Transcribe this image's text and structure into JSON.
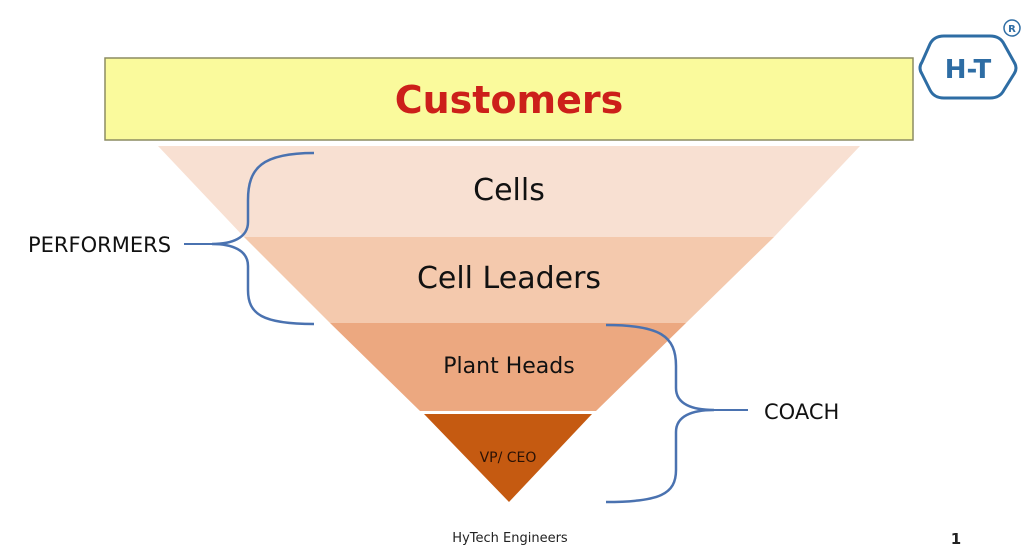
{
  "top_band": {
    "label": "Customers"
  },
  "levels": [
    {
      "label": "Cells",
      "color": "#f8e0d2"
    },
    {
      "label": "Cell Leaders",
      "color": "#f4c9ad"
    },
    {
      "label": "Plant Heads",
      "color": "#eca880"
    },
    {
      "label": "VP/ CEO",
      "color": "#c55a11"
    }
  ],
  "groups": {
    "left": {
      "label": "PERFORMERS"
    },
    "right": {
      "label": "COACH"
    }
  },
  "logo": {
    "text": "H-T",
    "mark": "R"
  },
  "footer": {
    "company": "HyTech Engineers",
    "page_number": "1"
  },
  "colors": {
    "band_fill": "#fafa9c",
    "band_border": "#8c8c62",
    "customers_text": "#cc1f1a",
    "bracket": "#4a72b0",
    "logo": "#2e6da4"
  }
}
